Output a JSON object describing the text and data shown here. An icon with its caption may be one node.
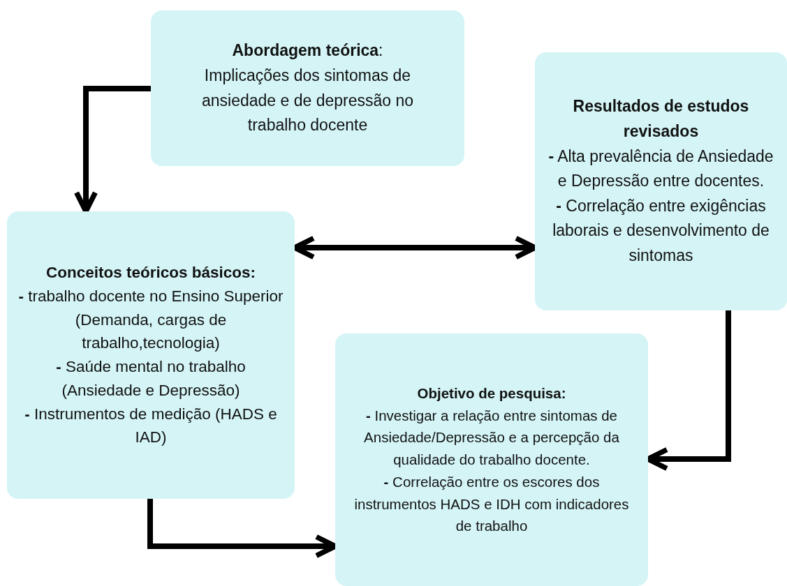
{
  "diagram": {
    "nodes": [
      {
        "text": [
          "**Abordagem teórica**:",
          "Implicações dos sintomas de ansiedade e de depressão no trabalho docente"
        ]
      },
      {
        "text": [
          "Resultados de estudos revisados",
          "**-** Alta prevalência de Ansiedade e Depressão entre docentes.",
          "**-** Correlação entre exigências laborais e desenvolvimento de sintomas"
        ]
      },
      {
        "text": [
          "Conceitos teóricos básicos:",
          "**-** trabalho docente no Ensino Superior (Demanda, cargas de trabalho,tecnologia)",
          "**-** Saúde mental no trabalho (Ansiedade e Depressão)",
          "**-** Instrumentos de medição (HADS e IAD)"
        ]
      },
      {
        "text": [
          "Objetivo de pesquisa:",
          "**-** Investigar a relação entre sintomas de Ansiedade/Depressão e a percepção da qualidade do trabalho docente.",
          "**-** Correlação entre os escores dos instrumentos HADS e IDH com indicadores de trabalho"
        ]
      }
    ],
    "edges": [
      {
        "from": 0,
        "to": 2,
        "arrow": "to"
      },
      {
        "from": 2,
        "to": 1,
        "arrow": "both"
      },
      {
        "from": 1,
        "to": 3,
        "arrow": "to"
      },
      {
        "from": 2,
        "to": 3,
        "arrow": "to"
      }
    ]
  }
}
